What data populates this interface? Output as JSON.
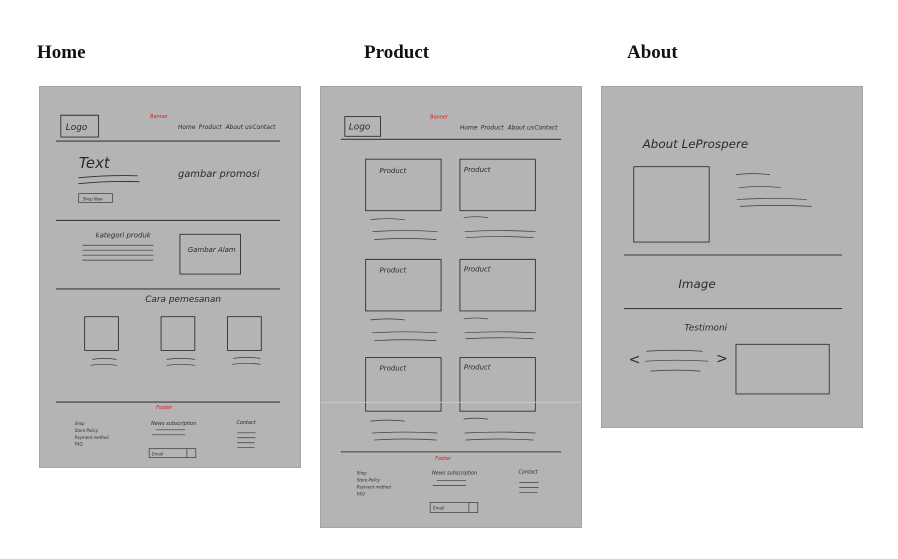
{
  "titles": {
    "home": "Home",
    "product": "Product",
    "about": "About"
  },
  "colors": {
    "sheet": "#b4b4b4",
    "ink": "#2f2f2f",
    "annotation": "#e01515"
  },
  "home": {
    "logo": "Logo",
    "banner": "Banner",
    "nav": [
      "Home",
      "Product",
      "About us",
      "Contact"
    ],
    "hero_text": "Text",
    "hero_image": "gambar promosi",
    "shop_button": "Shop Now",
    "category_title": "kategori produk",
    "category_image": "Gambar Alam",
    "section_title": "Cara pemesanan",
    "footer_label": "Footer",
    "footer_links": [
      "Shop",
      "Store Policy",
      "Payment method",
      "FAQ"
    ],
    "newsletter": "News subscription",
    "email": "Email",
    "contact": "Contact"
  },
  "product": {
    "logo": "Logo",
    "banner": "Banner",
    "nav": [
      "Home",
      "Product",
      "About us",
      "Contact"
    ],
    "card_label": "Product",
    "footer_label": "Footer",
    "footer_links": [
      "Shop",
      "Store Policy",
      "Payment method",
      "FAQ"
    ],
    "newsletter": "News subscription",
    "email": "Email",
    "contact": "Contact"
  },
  "about": {
    "heading": "About LeProspere",
    "image_label": "Image",
    "testimonial_label": "Testimoni",
    "prev_arrow": "<",
    "next_arrow": ">"
  }
}
